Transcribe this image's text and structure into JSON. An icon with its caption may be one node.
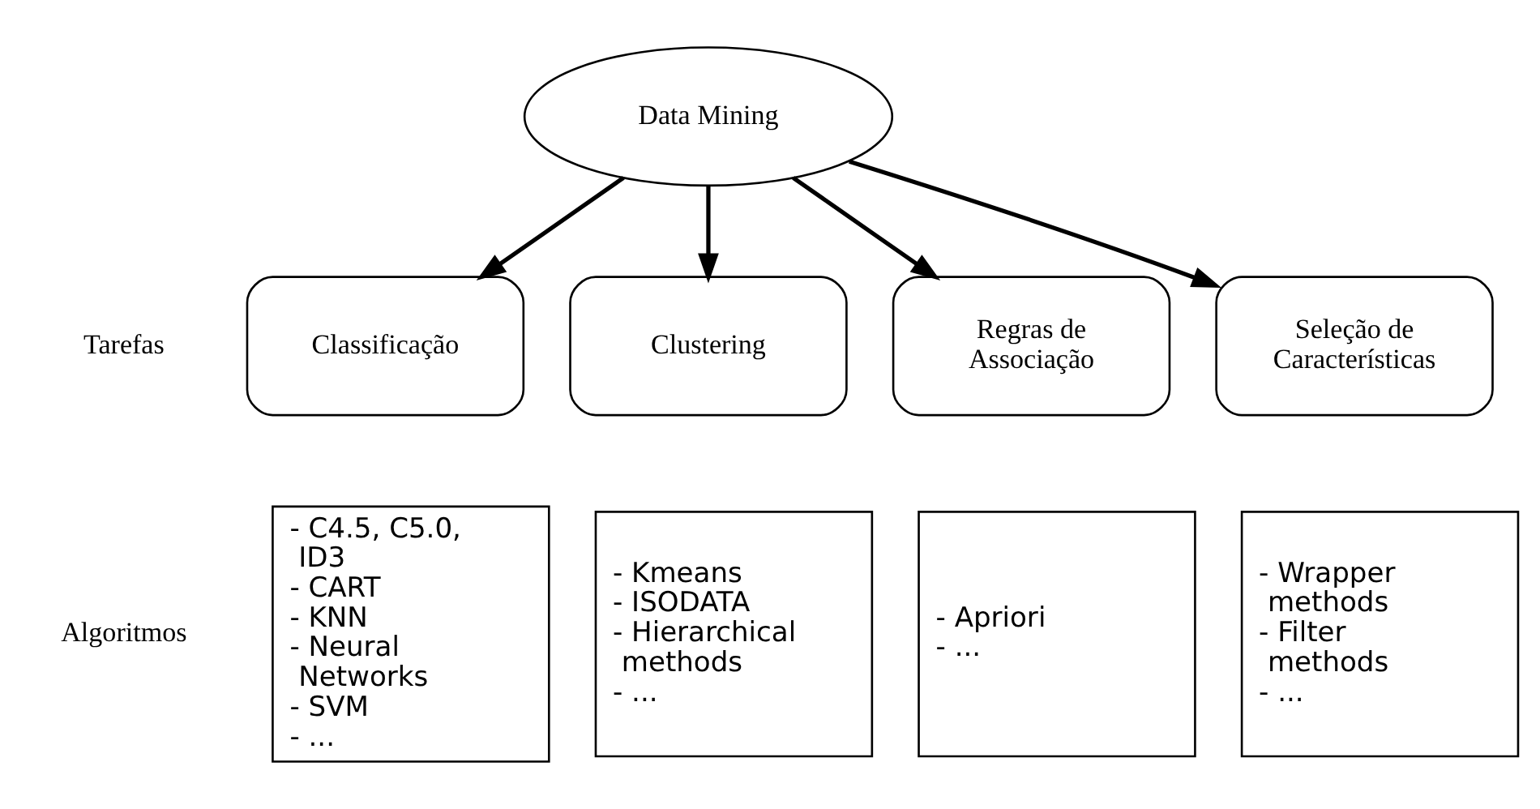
{
  "diagram": {
    "nodes": [
      {
        "text": [
          "Data Mining"
        ]
      },
      {
        "text": [
          "Classificação"
        ]
      },
      {
        "text": [
          "Clustering"
        ]
      },
      {
        "text": [
          "Regras de Associação"
        ]
      },
      {
        "text": [
          "Seleção de Características"
        ]
      },
      {
        "text": [
          "- C4.5, C5.0, ID3",
          "- CART",
          "- KNN",
          "- Neural Networks",
          "- SVM",
          "- ..."
        ]
      },
      {
        "text": [
          "- Kmeans",
          "- ISODATA",
          "- Hierarchical methods",
          "- ..."
        ]
      },
      {
        "text": [
          "- Apriori",
          "- ..."
        ]
      },
      {
        "text": [
          "- Wrapper methods",
          "- Filter methods",
          "- ..."
        ]
      }
    ],
    "edges": [
      {
        "from": 0,
        "to": 1,
        "arrow": "to"
      },
      {
        "from": 0,
        "to": 2,
        "arrow": "to"
      },
      {
        "from": 0,
        "to": 3,
        "arrow": "to"
      },
      {
        "from": 0,
        "to": 4,
        "arrow": "to"
      }
    ],
    "labels": [
      "Tarefas",
      "Algoritmos"
    ]
  }
}
